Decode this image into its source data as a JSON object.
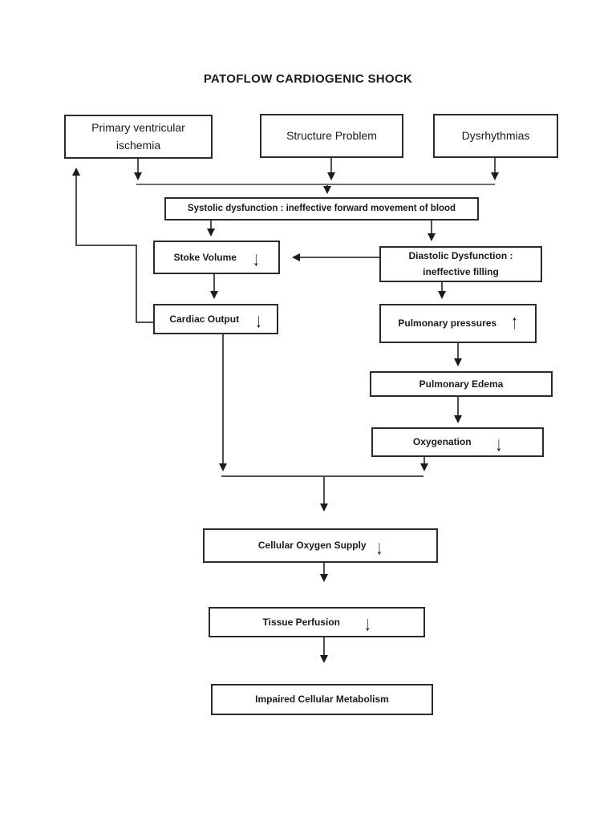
{
  "title": "PATOFLOW CARDIOGENIC SHOCK",
  "colors": {
    "background": "#ffffff",
    "box_border": "#2b2b2b",
    "text": "#1a1a1a",
    "connector_line": "#4f4f4f",
    "merge_line": "#6e6e6e",
    "arrowhead": "#1c1c1c"
  },
  "nodes": {
    "primary_ischemia": {
      "label": "Primary ventricular ischemia"
    },
    "structure_problem": {
      "label": "Structure Problem"
    },
    "dysrhythmias": {
      "label": "Dysrhythmias"
    },
    "systolic_dysfunction": {
      "label": "Systolic dysfunction : ineffective forward movement of blood"
    },
    "stoke_volume": {
      "label": "Stoke Volume",
      "indicator": "↓",
      "indicator_name": "decrease"
    },
    "diastolic_dysfunction": {
      "label": "Diastolic Dysfunction : ineffective filling"
    },
    "cardiac_output": {
      "label": "Cardiac Output",
      "indicator": "↓",
      "indicator_name": "decrease"
    },
    "pulmonary_pressures": {
      "label": "Pulmonary pressures",
      "indicator": "↑",
      "indicator_name": "increase"
    },
    "pulmonary_edema": {
      "label": "Pulmonary Edema"
    },
    "oxygenation": {
      "label": "Oxygenation",
      "indicator": "↓",
      "indicator_name": "decrease"
    },
    "cellular_oxygen_supply": {
      "label": "Cellular Oxygen Supply",
      "indicator": "↓",
      "indicator_name": "decrease"
    },
    "tissue_perfusion": {
      "label": "Tissue Perfusion",
      "indicator": "↓",
      "indicator_name": "decrease"
    },
    "impaired_cellular_metabolism": {
      "label": "Impaired Cellular Metabolism"
    }
  }
}
